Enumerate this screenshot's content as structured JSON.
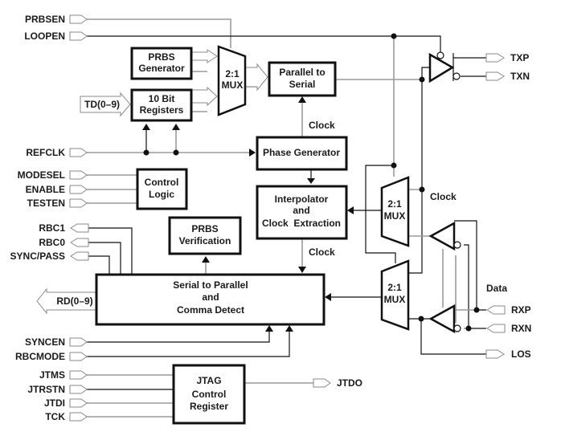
{
  "diagram": {
    "inputs_left": {
      "prbsen": "PRBSEN",
      "loopen": "LOOPEN",
      "td": "TD(0–9)",
      "refclk": "REFCLK",
      "modesel": "MODESEL",
      "enable": "ENABLE",
      "testen": "TESTEN",
      "syncen": "SYNCEN",
      "rbcmode": "RBCMODE",
      "jtms": "JTMS",
      "jtrstn": "JTRSTN",
      "jtdi": "JTDI",
      "tck": "TCK"
    },
    "outputs_left": {
      "rbc1": "RBC1",
      "rbc0": "RBC0",
      "syncpass": "SYNC/PASS",
      "rd": "RD(0–9)"
    },
    "outputs_right": {
      "txp": "TXP",
      "txn": "TXN",
      "los": "LOS",
      "jtdo": "JTDO"
    },
    "inputs_right": {
      "rxp": "RXP",
      "rxn": "RXN"
    },
    "blocks": {
      "prbs_generator": [
        "PRBS",
        "Generator"
      ],
      "ten_bit_registers": [
        "10 Bit",
        "Registers"
      ],
      "mux_top": [
        "2:1",
        "MUX"
      ],
      "parallel_to_serial": [
        "Parallel to",
        "Serial"
      ],
      "phase_generator": [
        "Phase Generator"
      ],
      "control_logic": [
        "Control",
        "Logic"
      ],
      "interpolator": [
        "Interpolator",
        "and",
        "Clock  Extraction"
      ],
      "prbs_verification": [
        "PRBS",
        "Verification"
      ],
      "serial_to_parallel": [
        "Serial to Parallel",
        "and",
        "Comma Detect"
      ],
      "mux_mid": [
        "2:1",
        "MUX"
      ],
      "mux_low": [
        "2:1",
        "MUX"
      ],
      "jtag": [
        "JTAG",
        "Control",
        "Register"
      ]
    },
    "signal_labels": {
      "clock_pts": "Clock",
      "clock_interp": "Clock",
      "clock_mux": "Clock",
      "data": "Data"
    }
  }
}
